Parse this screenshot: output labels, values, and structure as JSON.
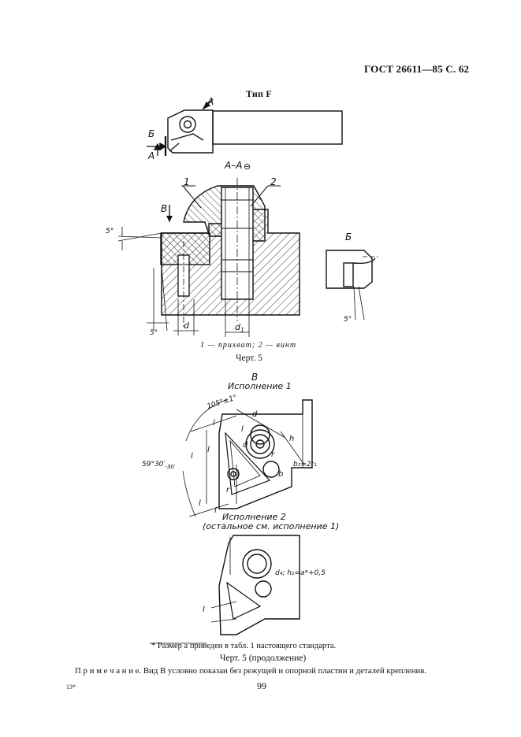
{
  "header": {
    "title": "ГОСТ 26611—85 С. 62"
  },
  "figure_top": {
    "type_label": "Тип F",
    "section_label": "А–А",
    "view_label_b": "Б",
    "view_label_v": "В",
    "arrow_a": "А",
    "arrow_b": "Б",
    "callout_1": "1",
    "callout_2": "2",
    "angle_5a": "5°",
    "angle_5b": "5°",
    "angle_5c": "5°",
    "dim_d": "d",
    "dim_d1": "d",
    "dim_d1_sub": "1",
    "legend": "1 — прихват; 2 — винт",
    "caption": "Черт. 5"
  },
  "figure_bottom": {
    "view_title": "В",
    "variant1_title": "Исполнение 1",
    "angle_105": "105°±1°",
    "angle_59": "59°30′",
    "angle_59_tol": "-30′",
    "dim_l": "l",
    "dim_l1": "l",
    "dim_l5": "l",
    "dim_l3": "l",
    "dim_l4": "l",
    "dim_l2": "l",
    "dim_d3": "d",
    "dim_d2": "d",
    "dim_r1": "r",
    "dim_h1": "h",
    "dim_b1": "b",
    "dim_b2r": "b₂=2r₁",
    "dim_r": "r",
    "variant2_title": "Исполнение 2",
    "variant2_note": "(остальное см. исполнение 1)",
    "dim_d4": "d₄; h₁=a*+0,5",
    "dim_l8": "l",
    "footnote": "* Размер a приведен в табл. 1 настоящего стандарта.",
    "caption": "Черт. 5 (продолжение)"
  },
  "note": "П р и м е ч а н и е. Вид В условно показан без режущей и опорной пластин и деталей крепления.",
  "footer": {
    "left_mark": "13*",
    "page_number": "99"
  }
}
